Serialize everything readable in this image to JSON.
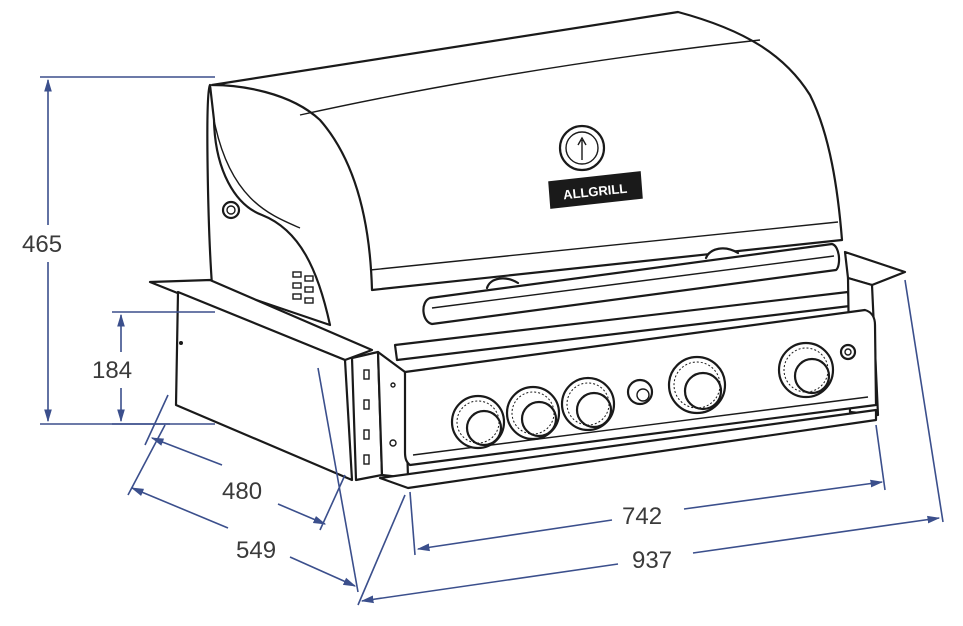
{
  "brand": "ALLGRILL",
  "dimensions": {
    "height_total": "465",
    "height_body": "184",
    "depth_body": "480",
    "depth_total": "549",
    "width_body": "742",
    "width_total": "937"
  },
  "colors": {
    "dimension_line": "#3b4f8c",
    "outline": "#1a1a1a",
    "label_text": "#3a3a3a"
  }
}
